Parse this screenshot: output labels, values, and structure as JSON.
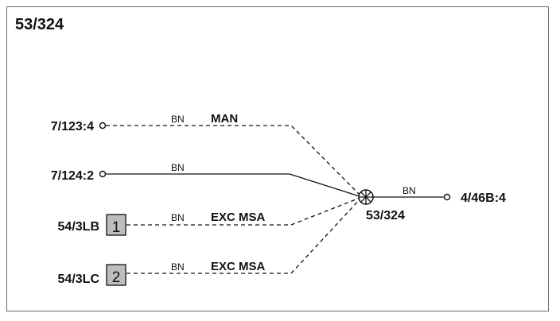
{
  "title": "53/324",
  "connectors": {
    "c1": "7/123:4",
    "c2": "7/124:2",
    "c3": "54/3LB",
    "c4": "54/3LC",
    "right": "4/46B:4"
  },
  "badges": {
    "b1": "1",
    "b2": "2"
  },
  "wires": {
    "w1": {
      "color": "BN",
      "label": "MAN"
    },
    "w2": {
      "color": "BN"
    },
    "w3": {
      "color": "BN",
      "label": "EXC MSA"
    },
    "w4": {
      "color": "BN",
      "label": "EXC MSA"
    },
    "w5": {
      "color": "BN"
    }
  },
  "splice": {
    "label": "53/324"
  }
}
